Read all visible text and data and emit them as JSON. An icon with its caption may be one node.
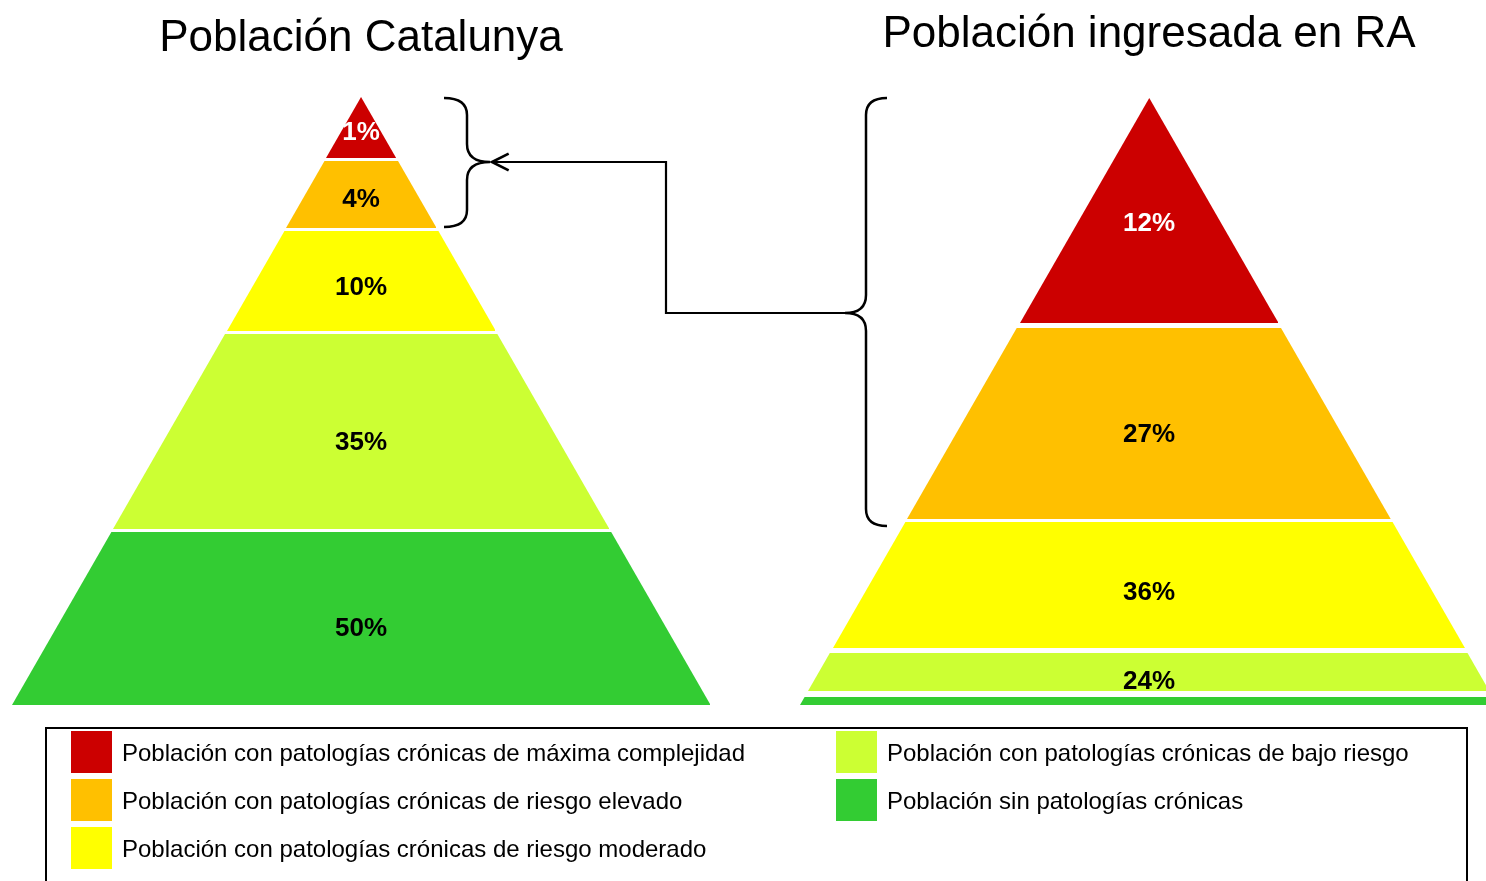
{
  "diagram": {
    "nodes": [
      {
        "text": [
          "Población Catalunya"
        ]
      },
      {
        "text": [
          "1%"
        ],
        "in": 0
      },
      {
        "text": [
          "4%"
        ],
        "in": 0
      },
      {
        "text": [
          "10%"
        ],
        "in": 0
      },
      {
        "text": [
          "35%"
        ],
        "in": 0
      },
      {
        "text": [
          "50%"
        ],
        "in": 0
      },
      {
        "text": [],
        "shape": "bracket"
      },
      {
        "text": [
          "Población ingresada en RA"
        ]
      },
      {
        "text": [
          "12%"
        ],
        "in": 7
      },
      {
        "text": [
          "27%"
        ],
        "in": 7
      },
      {
        "text": [
          "36%"
        ],
        "in": 7
      },
      {
        "text": [
          "24%"
        ],
        "in": 7
      },
      {
        "text": [],
        "shape": "bar",
        "in": 7
      },
      {
        "text": [],
        "shape": "bracket"
      }
    ],
    "edges": [
      {
        "from": 13,
        "to": 6,
        "arrow": "to"
      }
    ],
    "legend": [
      {
        "text": "Población con patologías crónicas de máxima complejidad",
        "color": "#cc0000"
      },
      {
        "text": "Población con patologías crónicas de riesgo elevado",
        "color": "#ffc000"
      },
      {
        "text": "Población con patologías crónicas de riesgo moderado",
        "color": "#ffff00"
      },
      {
        "text": "Población con patologías crónicas de bajo riesgo",
        "color": "#ccff33"
      },
      {
        "text": "Población sin patologías crónicas",
        "color": "#33cc33"
      }
    ]
  }
}
